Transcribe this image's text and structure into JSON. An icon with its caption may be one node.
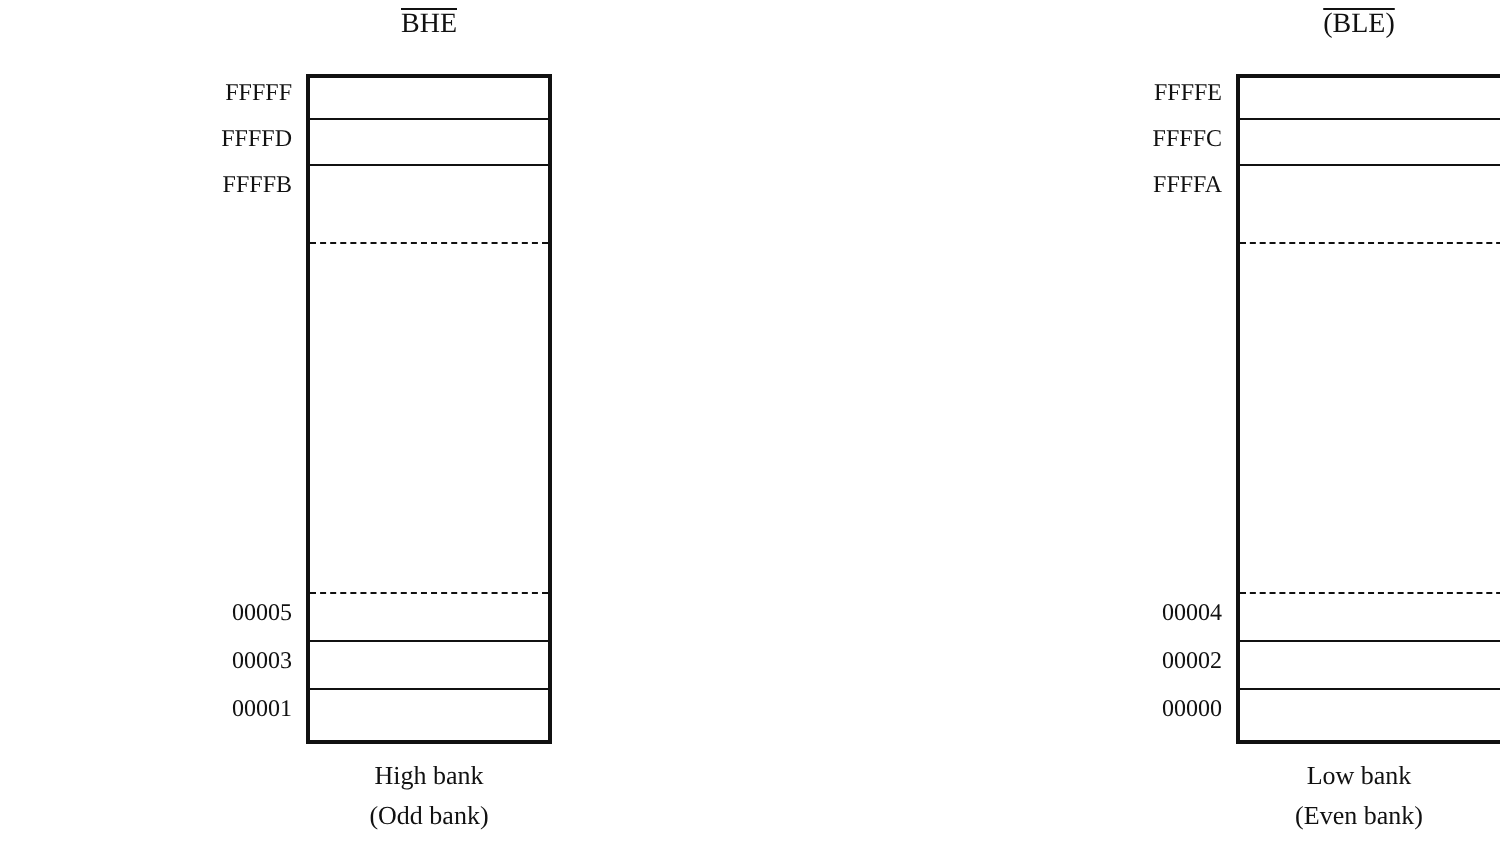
{
  "diagram": {
    "nodes": [
      {
        "text": [
          "BHE",
          "High bank (Odd bank)"
        ]
      },
      {
        "text": [],
        "shape": "box",
        "in": 0,
        "beside": [
          "FFFFF"
        ]
      },
      {
        "text": [],
        "shape": "box",
        "in": 0,
        "beside": [
          "FFFFD"
        ]
      },
      {
        "text": [],
        "shape": "box",
        "in": 0,
        "beside": [
          "FFFFB"
        ]
      },
      {
        "text": [],
        "shape": "box",
        "in": 0,
        "beside": [
          "00005"
        ]
      },
      {
        "text": [],
        "shape": "box",
        "in": 0,
        "beside": [
          "00003"
        ]
      },
      {
        "text": [],
        "shape": "box",
        "in": 0,
        "beside": [
          "00001"
        ]
      },
      {
        "text": [
          "(BLE)",
          "Low bank (Even bank)"
        ]
      },
      {
        "text": [],
        "shape": "box",
        "in": 7,
        "beside": [
          "FFFFE"
        ]
      },
      {
        "text": [],
        "shape": "box",
        "in": 7,
        "beside": [
          "FFFFC"
        ]
      },
      {
        "text": [],
        "shape": "box",
        "in": 7,
        "beside": [
          "FFFFA"
        ]
      },
      {
        "text": [],
        "shape": "box",
        "in": 7,
        "beside": [
          "00004"
        ]
      },
      {
        "text": [],
        "shape": "box",
        "in": 7,
        "beside": [
          "00002"
        ]
      },
      {
        "text": [],
        "shape": "box",
        "in": 7,
        "beside": [
          "00000"
        ]
      }
    ]
  }
}
